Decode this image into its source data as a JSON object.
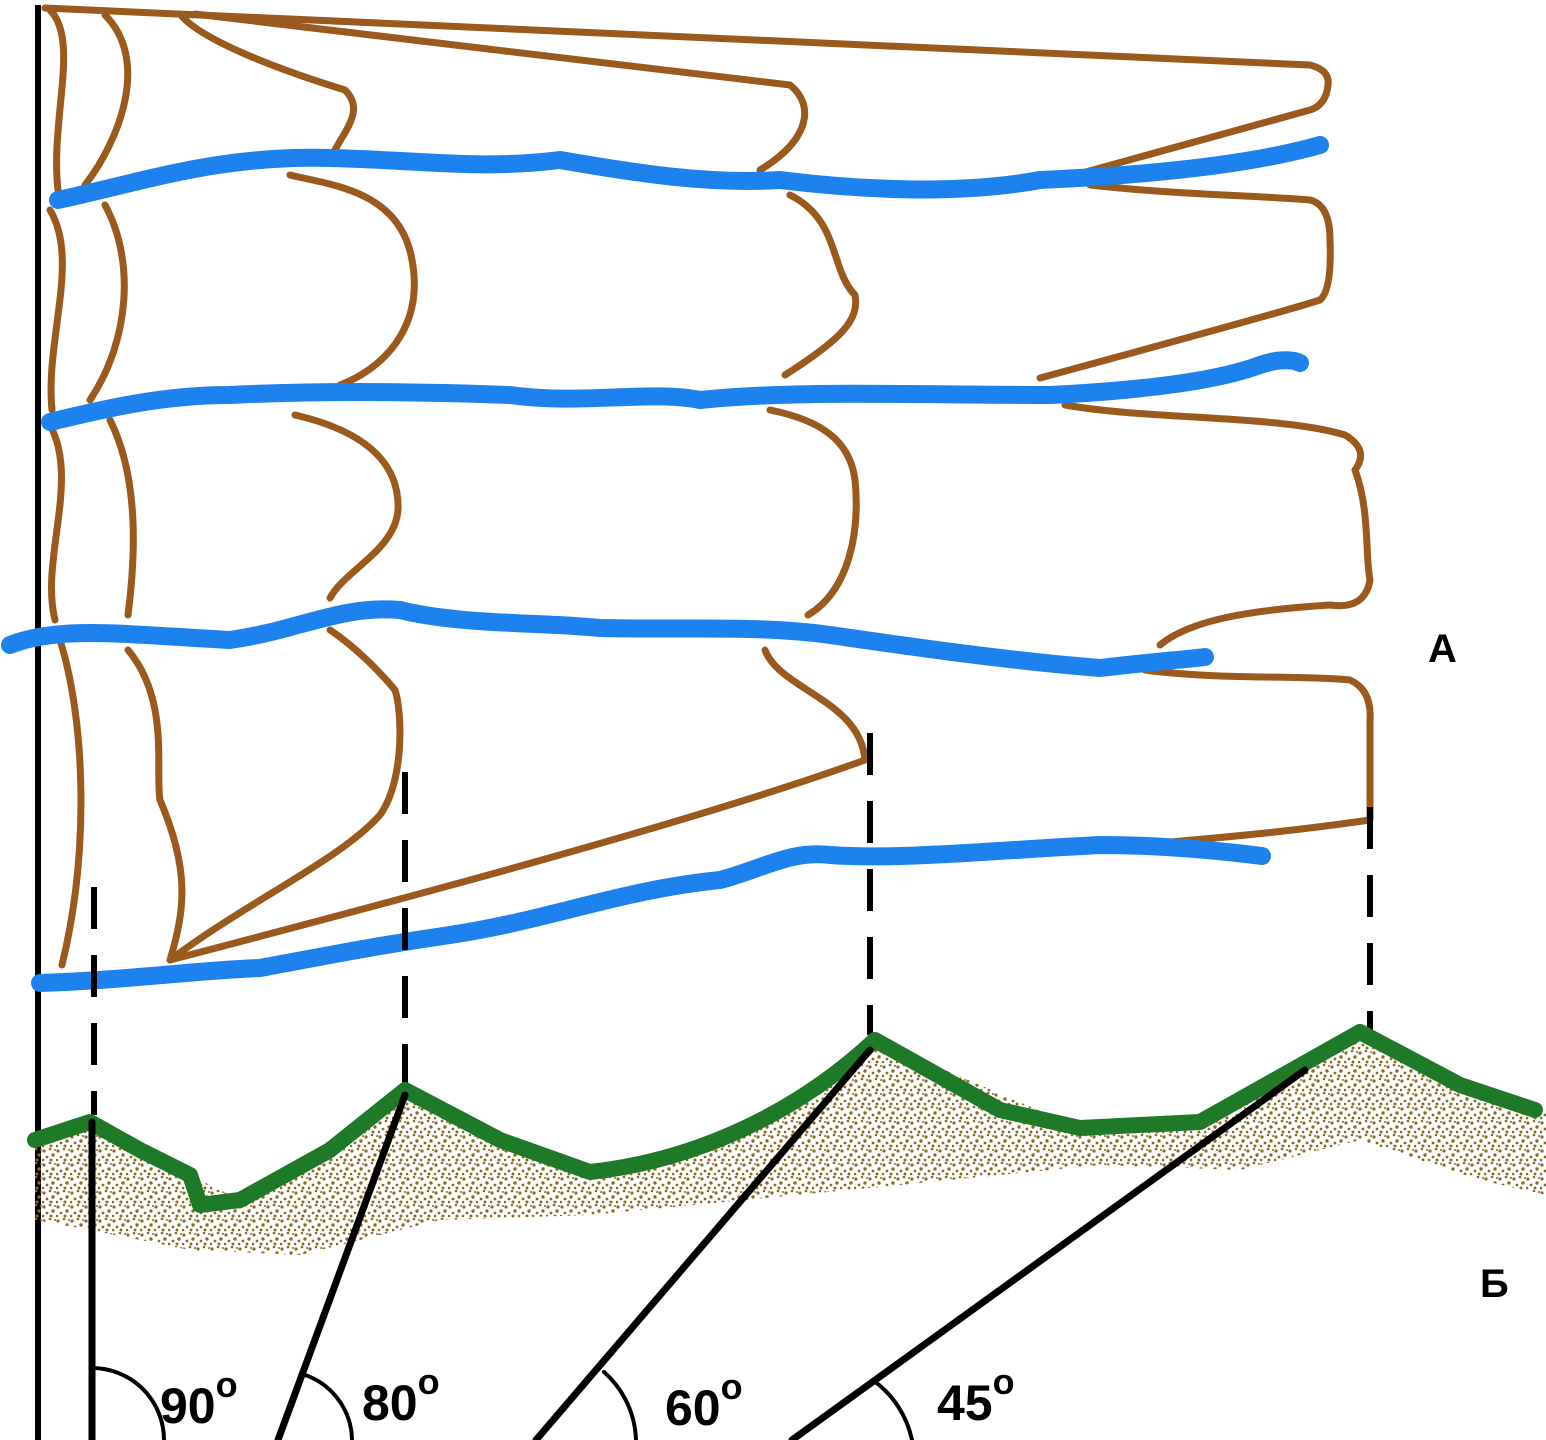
{
  "labels": {
    "panel_a": "А",
    "panel_b": "Б"
  },
  "angles": [
    {
      "value": "90",
      "unit": "o"
    },
    {
      "value": "80",
      "unit": "o"
    },
    {
      "value": "60",
      "unit": "o"
    },
    {
      "value": "45",
      "unit": "o"
    }
  ],
  "colors": {
    "frame": "#000000",
    "contour": "#9a5a1e",
    "watercourse": "#1e82ee",
    "ground_surface": "#1e7a28",
    "soil": "#8a6a28",
    "guide": "#000000",
    "background": "#ffffff"
  }
}
